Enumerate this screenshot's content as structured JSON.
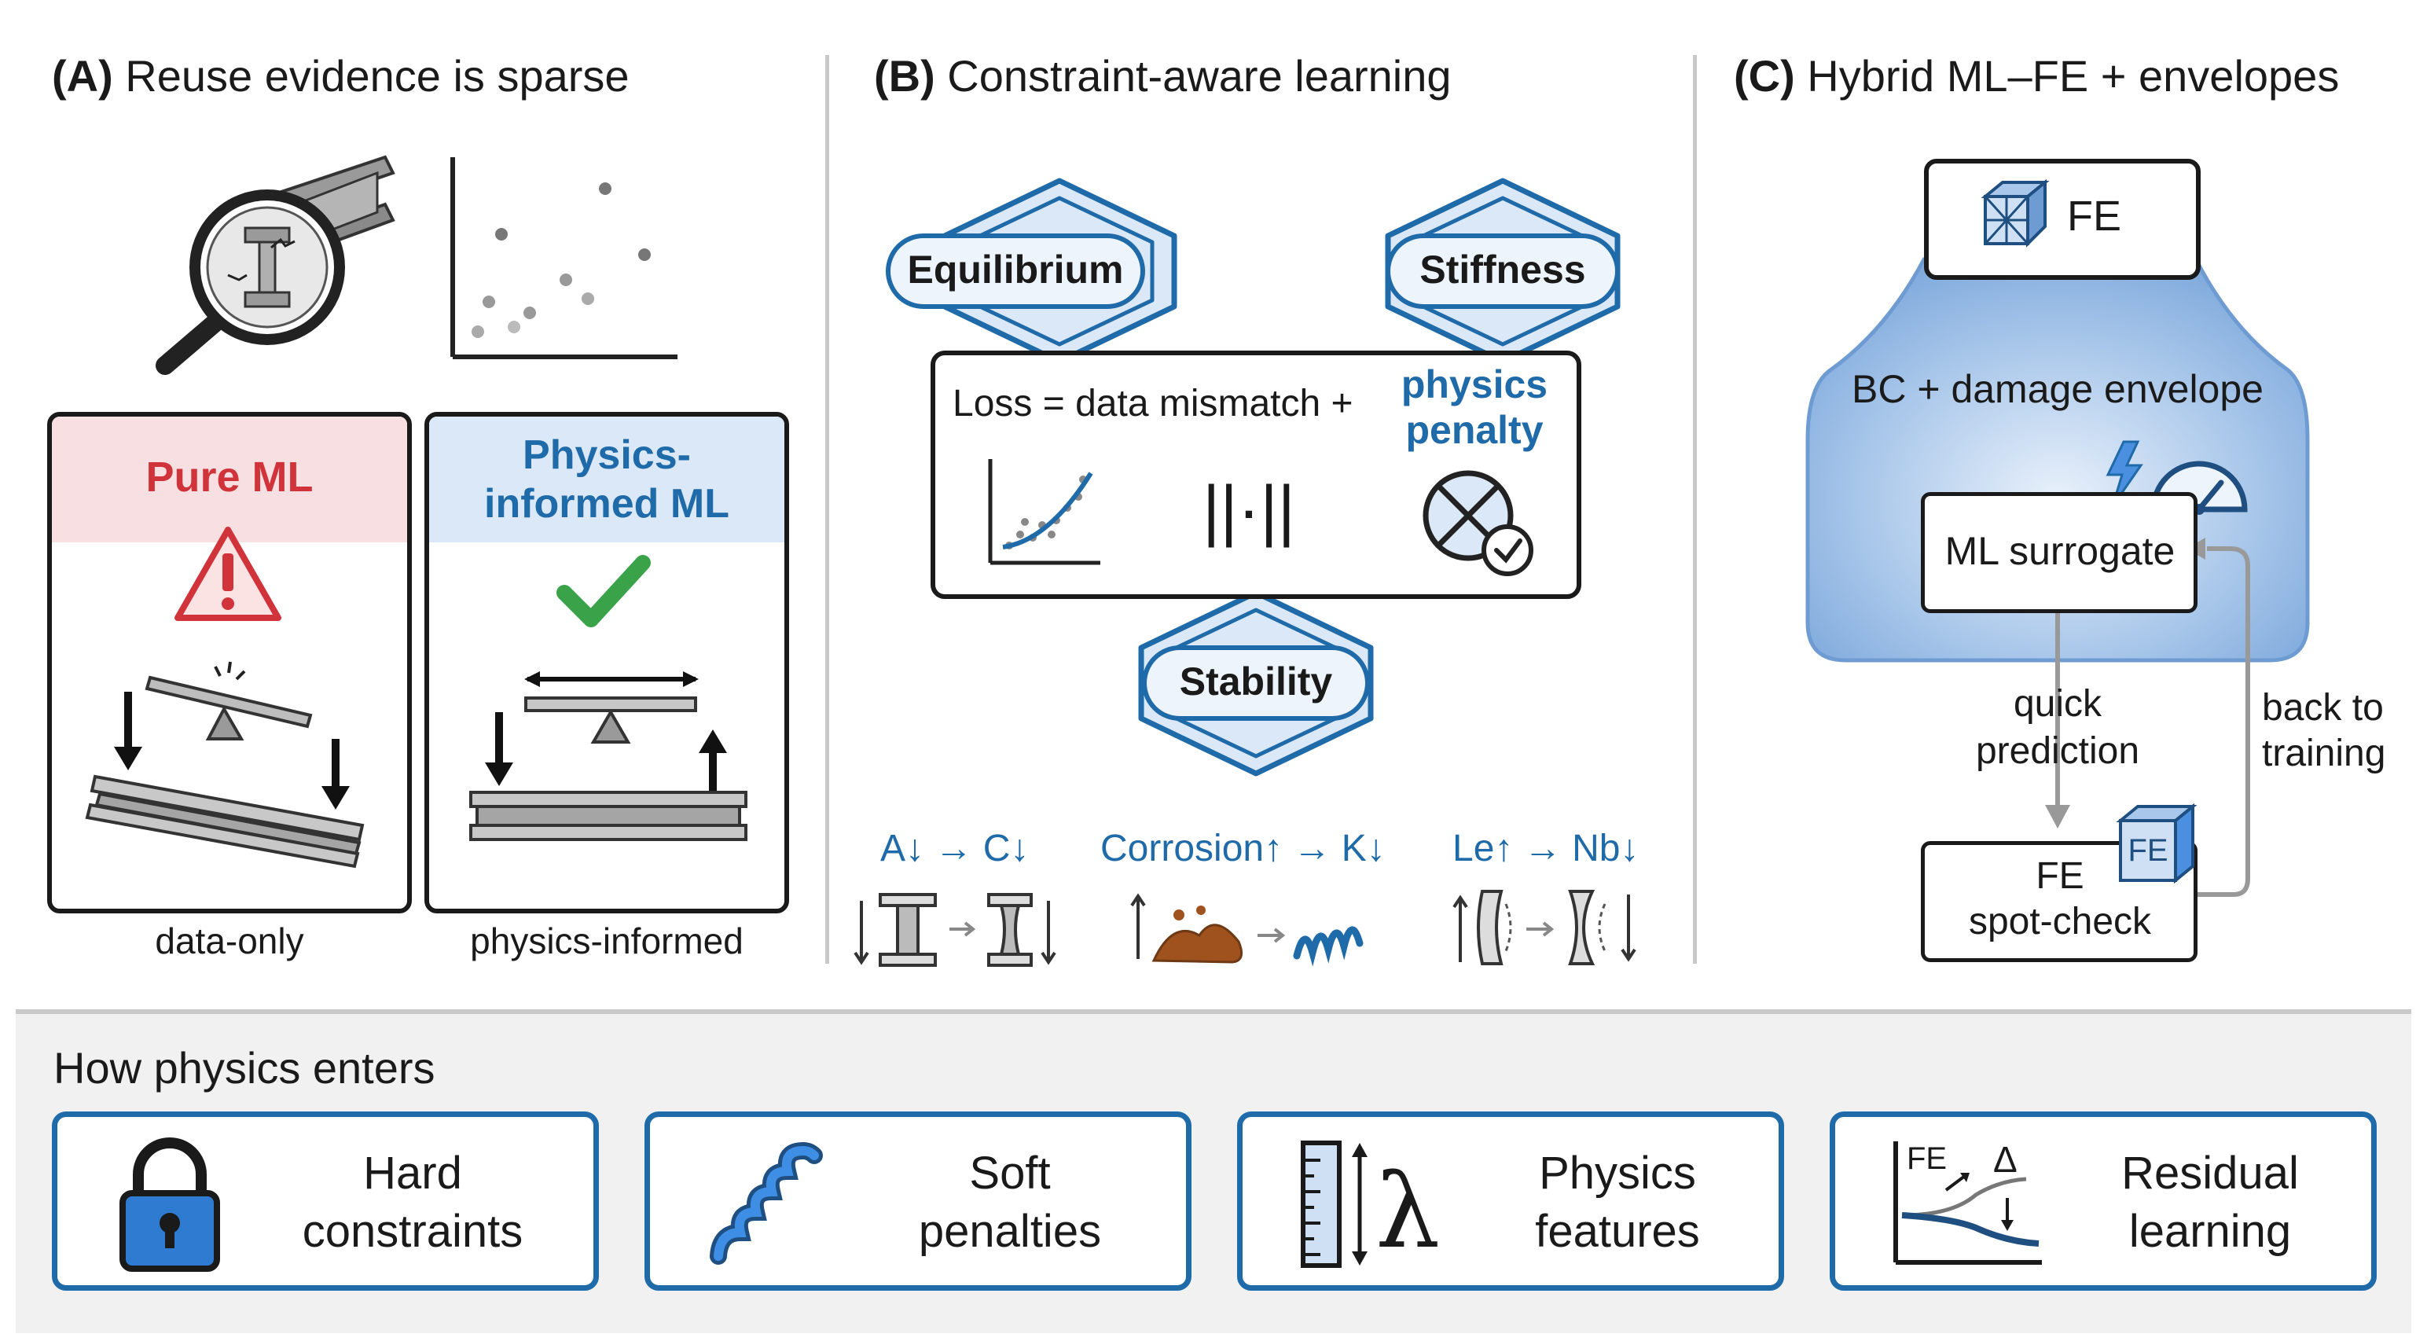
{
  "panels": {
    "a": {
      "letter": "(A)",
      "title": " Reuse evidence is sparse",
      "pure_ml": {
        "title": "Pure ML",
        "caption": "data-only"
      },
      "physics_ml": {
        "title": "Physics-\ninformed ML",
        "caption": "physics-informed"
      }
    },
    "b": {
      "letter": "(B)",
      "title": " Constraint-aware learning",
      "constraints": {
        "equilibrium": "Equilibrium",
        "stiffness": "Stiffness",
        "stability": "Stability"
      },
      "loss": {
        "text": "Loss = data mismatch + ",
        "penalty": "physics\npenalty",
        "norm": "||·||"
      },
      "rules": {
        "area": "A↓ → C↓",
        "corrosion": "Corrosion↑ → K↓",
        "length": "Le↑ → Nb↓"
      }
    },
    "c": {
      "letter": "(C)",
      "title": " Hybrid ML–FE + envelopes",
      "fe_label": "FE",
      "envelope_label": "BC + damage envelope",
      "ml_surrogate": "ML surrogate",
      "quick_prediction": "quick\nprediction",
      "back_to_training": "back to\ntraining",
      "fe_spot_check": "FE\nspot-check",
      "fe_cube_label": "FE"
    }
  },
  "bottom": {
    "title": "How physics enters",
    "items": [
      {
        "label": "Hard\nconstraints",
        "icon": "lock-icon"
      },
      {
        "label": "Soft\npenalties",
        "icon": "spring-icon"
      },
      {
        "label": "Physics\nfeatures",
        "icon": "ruler-lambda-icon"
      },
      {
        "label": "Residual\nlearning",
        "icon": "residual-curve-icon",
        "icon_text": "FE",
        "delta": "Δ"
      }
    ]
  },
  "colors": {
    "accent_blue": "#1f6aa8",
    "warning_red": "#d0343a",
    "check_green": "#3aa34a",
    "pink_header": "#f8dfe1",
    "blue_header": "#dbe8f7"
  }
}
